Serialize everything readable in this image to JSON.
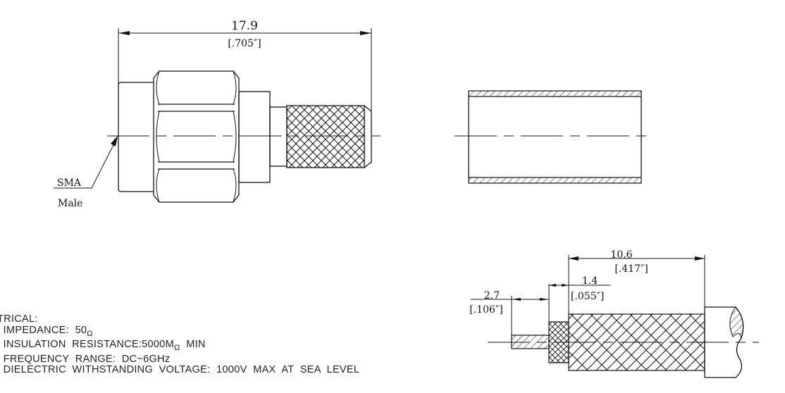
{
  "connector": {
    "length_mm": "17.9",
    "length_in": "[.705″]",
    "label_line1": "SMA",
    "label_line2": "Male"
  },
  "cable_prep": {
    "braid_mm": "10.6",
    "braid_in": "[.417″]",
    "dielectric_mm": "1.4",
    "dielectric_in": "[.055″]",
    "pin_mm": "2.7",
    "pin_in": "[.106″]"
  },
  "specs": {
    "heading": "TRICAL:",
    "impedance": "IMPEDANCE:  50",
    "impedance_unit": "Ω",
    "insulation": "INSULATION  RESISTANCE:5000M",
    "insulation_unit": "Ω",
    "insulation_suffix": "  MIN",
    "frequency": "FREQUENCY  RANGE:  DC~6GHz",
    "voltage": "DIELECTRIC  WITHSTANDING  VOLTAGE:  1000V  MAX  AT  SEA  LEVEL"
  }
}
